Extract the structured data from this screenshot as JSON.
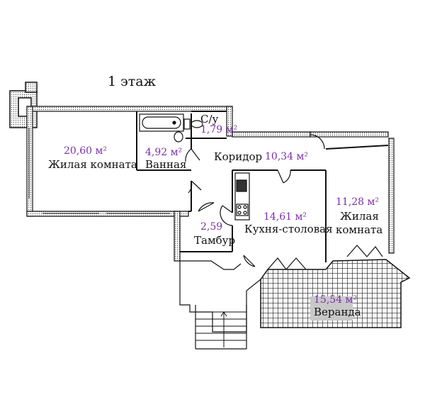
{
  "title": "1 этаж",
  "colors": {
    "wall": "#111111",
    "area": "#7a2fa8",
    "hatch": "#222222",
    "veranda_label_bg": "#c8c8c8"
  },
  "rooms": {
    "living1": {
      "area": "20,60 м²",
      "name": "Жилая комната"
    },
    "bath": {
      "area": "4,92 м²",
      "name": "Ванная"
    },
    "wc": {
      "area": "1,79 м²",
      "name": "С/у"
    },
    "corridor": {
      "area": "10,34 м²",
      "name": "Коридор"
    },
    "kitchen": {
      "area": "14,61 м²",
      "name": "Кухня-столовая"
    },
    "living2": {
      "area": "11,28 м²",
      "name_line1": "Жилая",
      "name_line2": "комната"
    },
    "vestibule": {
      "area": "2,59",
      "name": "Тамбур"
    },
    "veranda": {
      "area": "15,54 м²",
      "name": "Веранда"
    }
  }
}
